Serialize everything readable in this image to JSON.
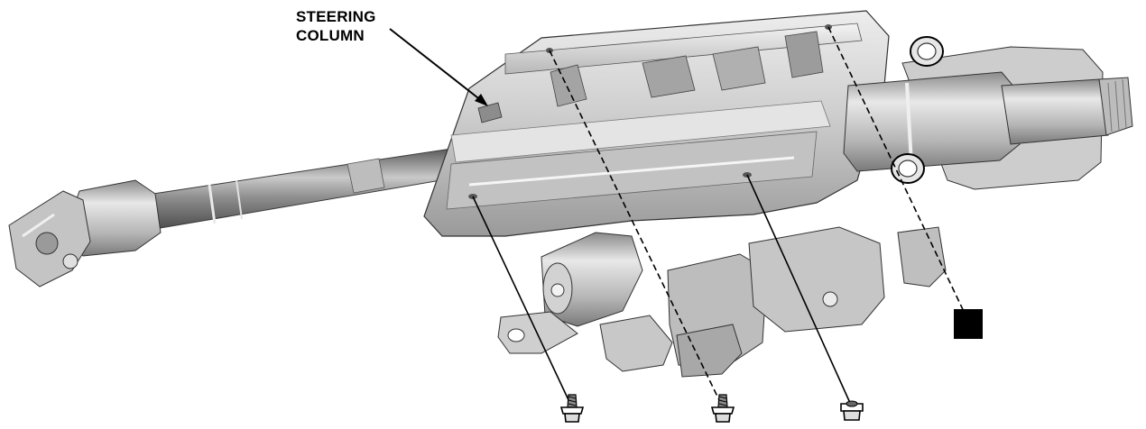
{
  "callout": {
    "line1": "STEERING",
    "line2": "COLUMN"
  },
  "marker": {
    "label": ""
  },
  "parts": {
    "column": "steering-column-assembly",
    "shaft": "intermediate-shaft",
    "ujoint": "universal-joint",
    "motor": "tilt-motor",
    "fasteners": [
      "mounting-bolt",
      "mounting-bolt",
      "mounting-nut"
    ],
    "bushings": [
      "rubber-bushing",
      "rubber-bushing"
    ]
  },
  "colors": {
    "line": "#000000",
    "part_fill": "#d6d6d6",
    "part_shadow": "#9e9e9e",
    "part_highlight": "#f2f2f2"
  }
}
